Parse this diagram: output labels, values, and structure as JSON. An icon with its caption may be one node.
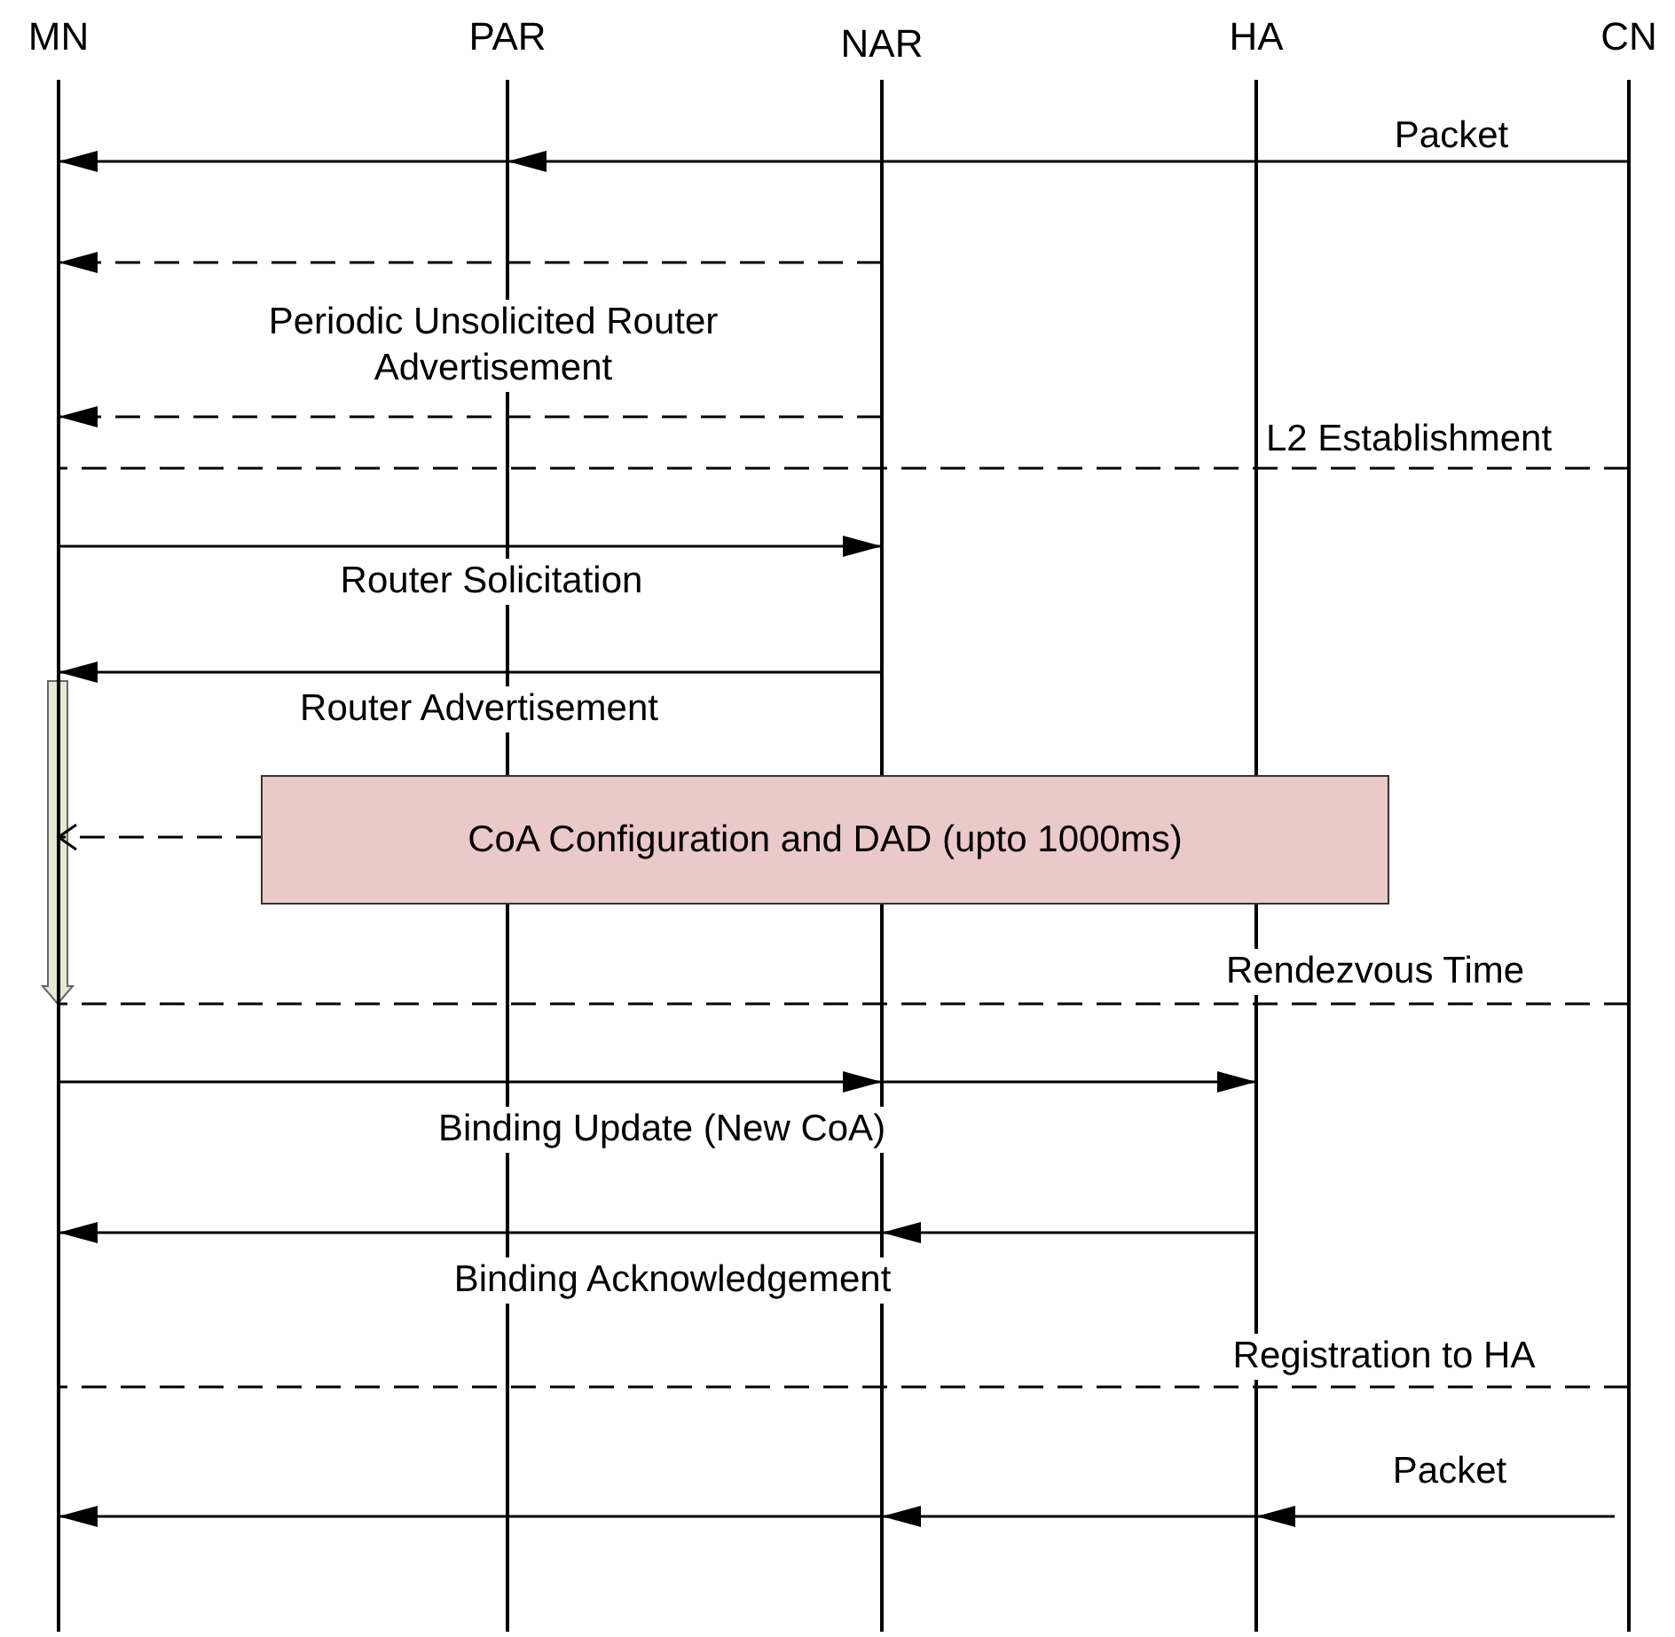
{
  "diagram": {
    "nodes": [
      {
        "text": [
          "MN"
        ]
      },
      {
        "text": [
          "PAR"
        ]
      },
      {
        "text": [
          "NAR"
        ]
      },
      {
        "text": [
          "HA"
        ]
      },
      {
        "text": [
          "CN"
        ]
      },
      {
        "text": [
          "CoA Configuration and DAD (upto 1000ms)"
        ]
      }
    ],
    "edges": [
      {
        "from": 4,
        "to": 1,
        "arrow": "to",
        "label": "Packet"
      },
      {
        "from": 1,
        "to": 0,
        "arrow": "to"
      },
      {
        "from": 2,
        "to": 0,
        "arrow": "to",
        "style": "dashed"
      },
      {
        "from": 2,
        "to": 0,
        "arrow": "to",
        "style": "dashed",
        "label": "Periodic Unsolicited Router Advertisement"
      },
      {
        "from": 4,
        "to": 0,
        "arrow": "none",
        "style": "dashed",
        "label": "L2 Establishment"
      },
      {
        "from": 0,
        "to": 2,
        "arrow": "to",
        "label": "Router Solicitation"
      },
      {
        "from": 2,
        "to": 0,
        "arrow": "to",
        "label": "Router Advertisement"
      },
      {
        "from": 5,
        "to": 0,
        "arrow": "to",
        "style": "dashed"
      },
      {
        "from": 4,
        "to": 0,
        "arrow": "none",
        "style": "dashed",
        "label": "Rendezvous Time"
      },
      {
        "from": 0,
        "to": 2,
        "arrow": "to",
        "label": "Binding Update (New CoA)"
      },
      {
        "from": 2,
        "to": 3,
        "arrow": "to"
      },
      {
        "from": 3,
        "to": 2,
        "arrow": "to",
        "label": "Binding Acknowledgement"
      },
      {
        "from": 2,
        "to": 0,
        "arrow": "to"
      },
      {
        "from": 4,
        "to": 0,
        "arrow": "none",
        "style": "dashed",
        "label": "Registration to HA"
      },
      {
        "from": 4,
        "to": 3,
        "arrow": "to",
        "label": "Packet"
      },
      {
        "from": 3,
        "to": 2,
        "arrow": "to"
      },
      {
        "from": 2,
        "to": 0,
        "arrow": "to"
      }
    ]
  }
}
